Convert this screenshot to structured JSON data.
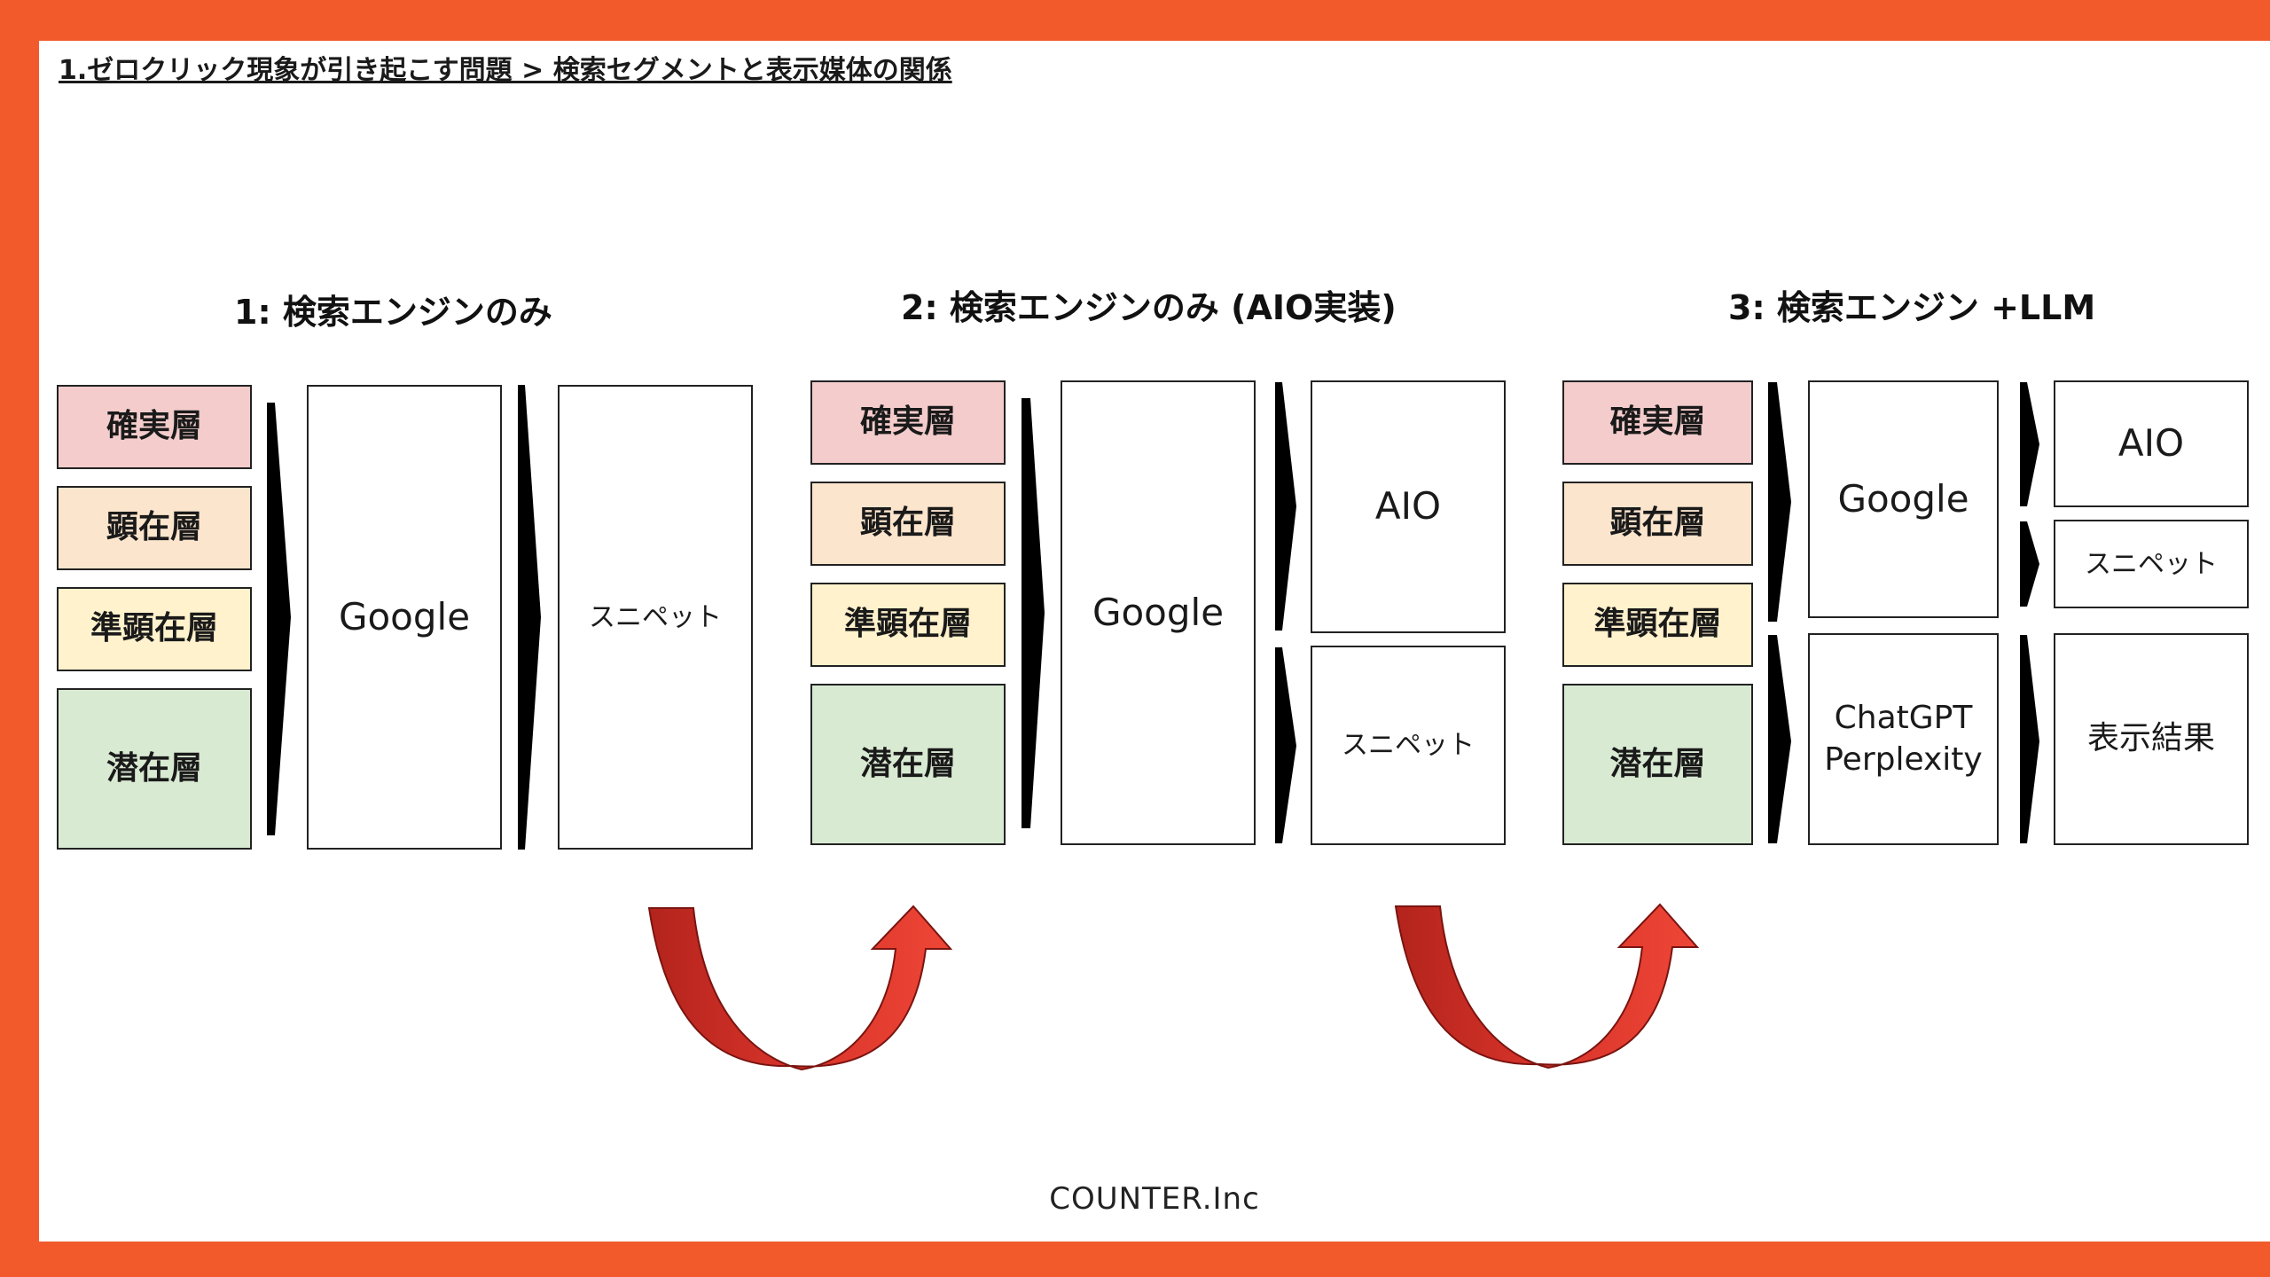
{
  "heading": "1.ゼロクリック現象が引き起こす問題 > 検索セグメントと表示媒体の関係",
  "sections": [
    {
      "title": "1: 検索エンジンのみ",
      "segments": [
        "確実層",
        "顕在層",
        "準顕在層",
        "潜在層"
      ],
      "engine": "Google",
      "result": "スニペット"
    },
    {
      "title": "2: 検索エンジンのみ (AIO実装)",
      "segments": [
        "確実層",
        "顕在層",
        "準顕在層",
        "潜在層"
      ],
      "engine": "Google",
      "results": [
        "AIO",
        "スニペット"
      ]
    },
    {
      "title": "3: 検索エンジン +LLM",
      "segments": [
        "確実層",
        "顕在層",
        "準顕在層",
        "潜在層"
      ],
      "engines": [
        "Google",
        "ChatGPT\nPerplexity"
      ],
      "results": [
        "AIO",
        "スニペット",
        "表示結果"
      ]
    }
  ],
  "footer": "COUNTER.Inc",
  "colors": {
    "frame": "#f25a2b",
    "segment_definite": "#f4cccc",
    "segment_apparent": "#fce5cd",
    "segment_semi": "#fff2cc",
    "segment_latent": "#d9ead3",
    "curved_arrow": "#d9342b"
  }
}
